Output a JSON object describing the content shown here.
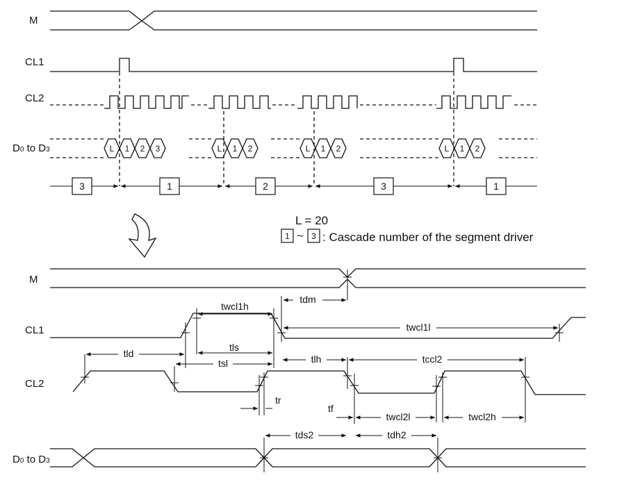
{
  "signals": {
    "m": "M",
    "cl1": "CL1",
    "cl2": "CL2",
    "d_prefix": "D",
    "d_sub0": "0",
    "d_to": " to D",
    "d_sub3": "3"
  },
  "top_chart": {
    "data_cells_group1": [
      "L",
      "1",
      "2",
      "3"
    ],
    "data_cells_group2": [
      "L",
      "1",
      "2"
    ],
    "data_cells_group3": [
      "L",
      "1",
      "2"
    ],
    "data_cells_group4": [
      "L",
      "1",
      "2"
    ],
    "cascade_boxes": [
      "3",
      "1",
      "2",
      "3",
      "1"
    ]
  },
  "note": {
    "l_value": "L = 20",
    "range_start": "1",
    "tilde": "~",
    "range_end": "3",
    "text": ": Cascade number of the segment driver"
  },
  "timing_labels": {
    "twcl1h": "twcl1h",
    "tdm": "tdm",
    "twcl1l": "twcl1l",
    "tld": "tld",
    "tls": "tls",
    "tsl": "tsl",
    "tlh": "tlh",
    "tccl2": "tccl2",
    "tr": "tr",
    "tf": "tf",
    "twcl2l": "twcl2l",
    "twcl2h": "twcl2h",
    "tds2": "tds2",
    "tdh2": "tdh2"
  },
  "colors": {
    "ink": "#111111",
    "background": "#ffffff"
  }
}
